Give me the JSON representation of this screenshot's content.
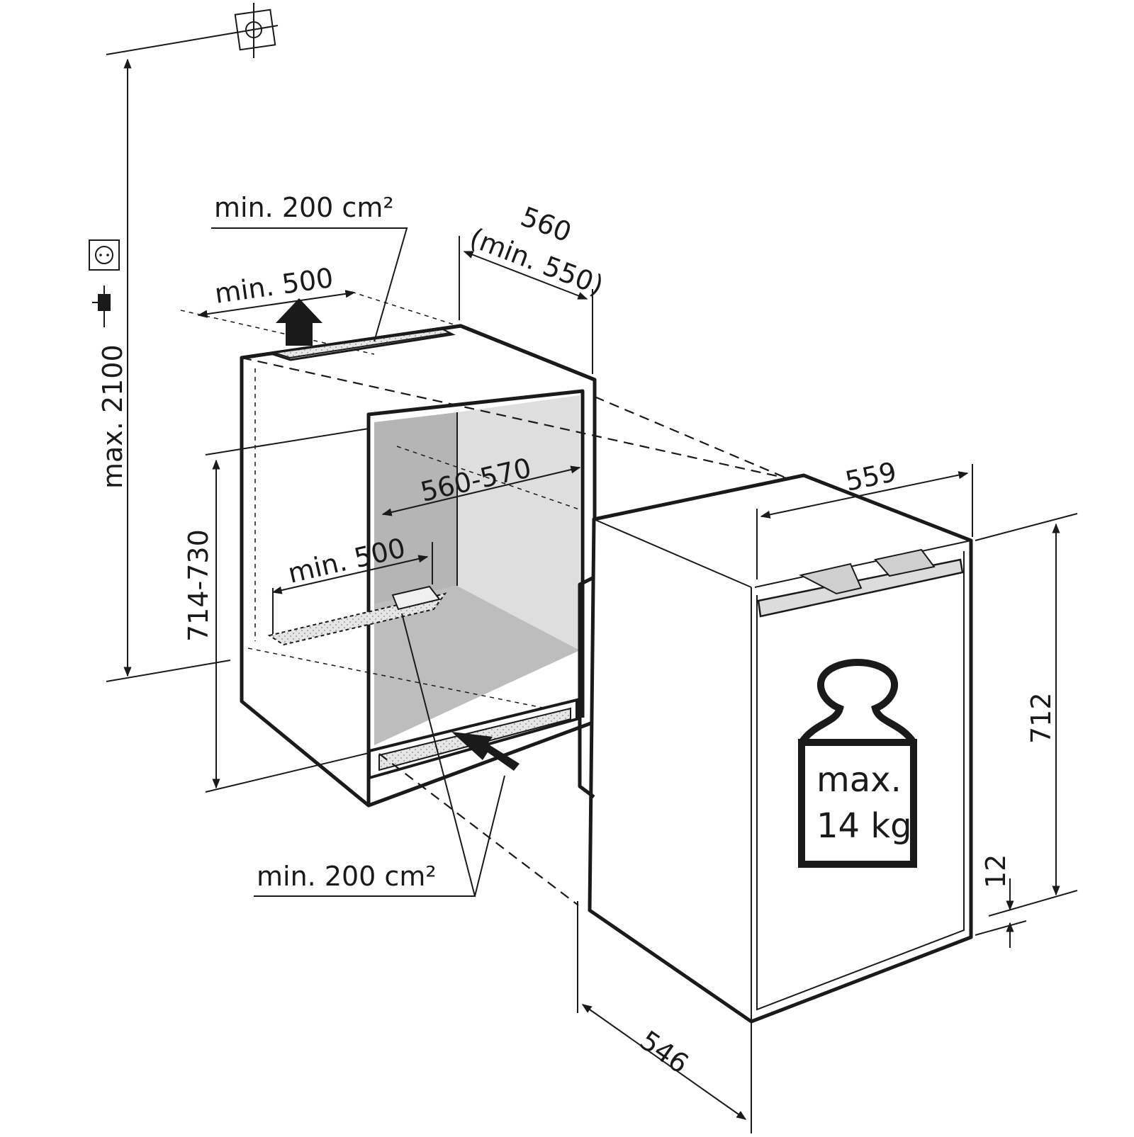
{
  "labels": {
    "vent_top": "min. 200 cm²",
    "depth_top": "min. 500",
    "niche_width": "560",
    "niche_width_min": "(min. 550)",
    "inner_width": "560-570",
    "inner_depth": "min. 500",
    "niche_height": "714-730",
    "max_height": "max. 2100",
    "vent_bottom": "min. 200 cm²",
    "appliance_width": "559",
    "appliance_height": "712",
    "plinth_offset": "12",
    "appliance_depth": "546",
    "door_load_line1": "max.",
    "door_load_line2": "14 kg"
  },
  "icons": {
    "crosshair": "crosshair-target-icon",
    "socket": "power-socket-icon",
    "plug": "power-plug-icon",
    "weight": "weight-icon",
    "arrow_up": "airflow-up-arrow-icon",
    "arrow_in": "airflow-in-arrow-icon"
  }
}
